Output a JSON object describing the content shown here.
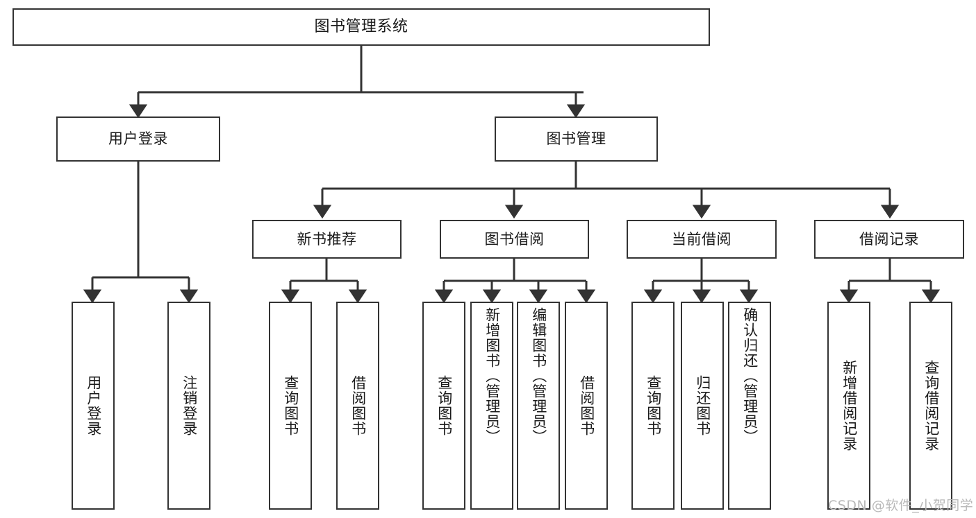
{
  "diagram": {
    "title_node": {
      "label": "图书管理系统"
    },
    "level2": [
      {
        "label": "用户登录"
      },
      {
        "label": "图书管理"
      }
    ],
    "level3": [
      {
        "label": "新书推荐"
      },
      {
        "label": "图书借阅"
      },
      {
        "label": "当前借阅"
      },
      {
        "label": "借阅记录"
      }
    ],
    "leaves": {
      "user_login": [
        {
          "label": "用户登录"
        },
        {
          "label": "注销登录"
        }
      ],
      "new_book": [
        {
          "label": "查询图书"
        },
        {
          "label": "借阅图书"
        }
      ],
      "book_borrow": [
        {
          "label": "查询图书"
        },
        {
          "label": "新增图书（管理员）"
        },
        {
          "label": "编辑图书（管理员）"
        },
        {
          "label": "借阅图书"
        }
      ],
      "current_borrow": [
        {
          "label": "查询图书"
        },
        {
          "label": "归还图书"
        },
        {
          "label": "确认归还（管理员）"
        }
      ],
      "borrow_record": [
        {
          "label": "新增借阅记录"
        },
        {
          "label": "查询借阅记录"
        }
      ]
    }
  },
  "watermark": {
    "text": "CSDN @软件_小贺同学"
  },
  "colors": {
    "stroke": "#333333",
    "box_fill": "#ffffff",
    "text": "#1a1a1a",
    "watermark": "#b9b9b9"
  }
}
